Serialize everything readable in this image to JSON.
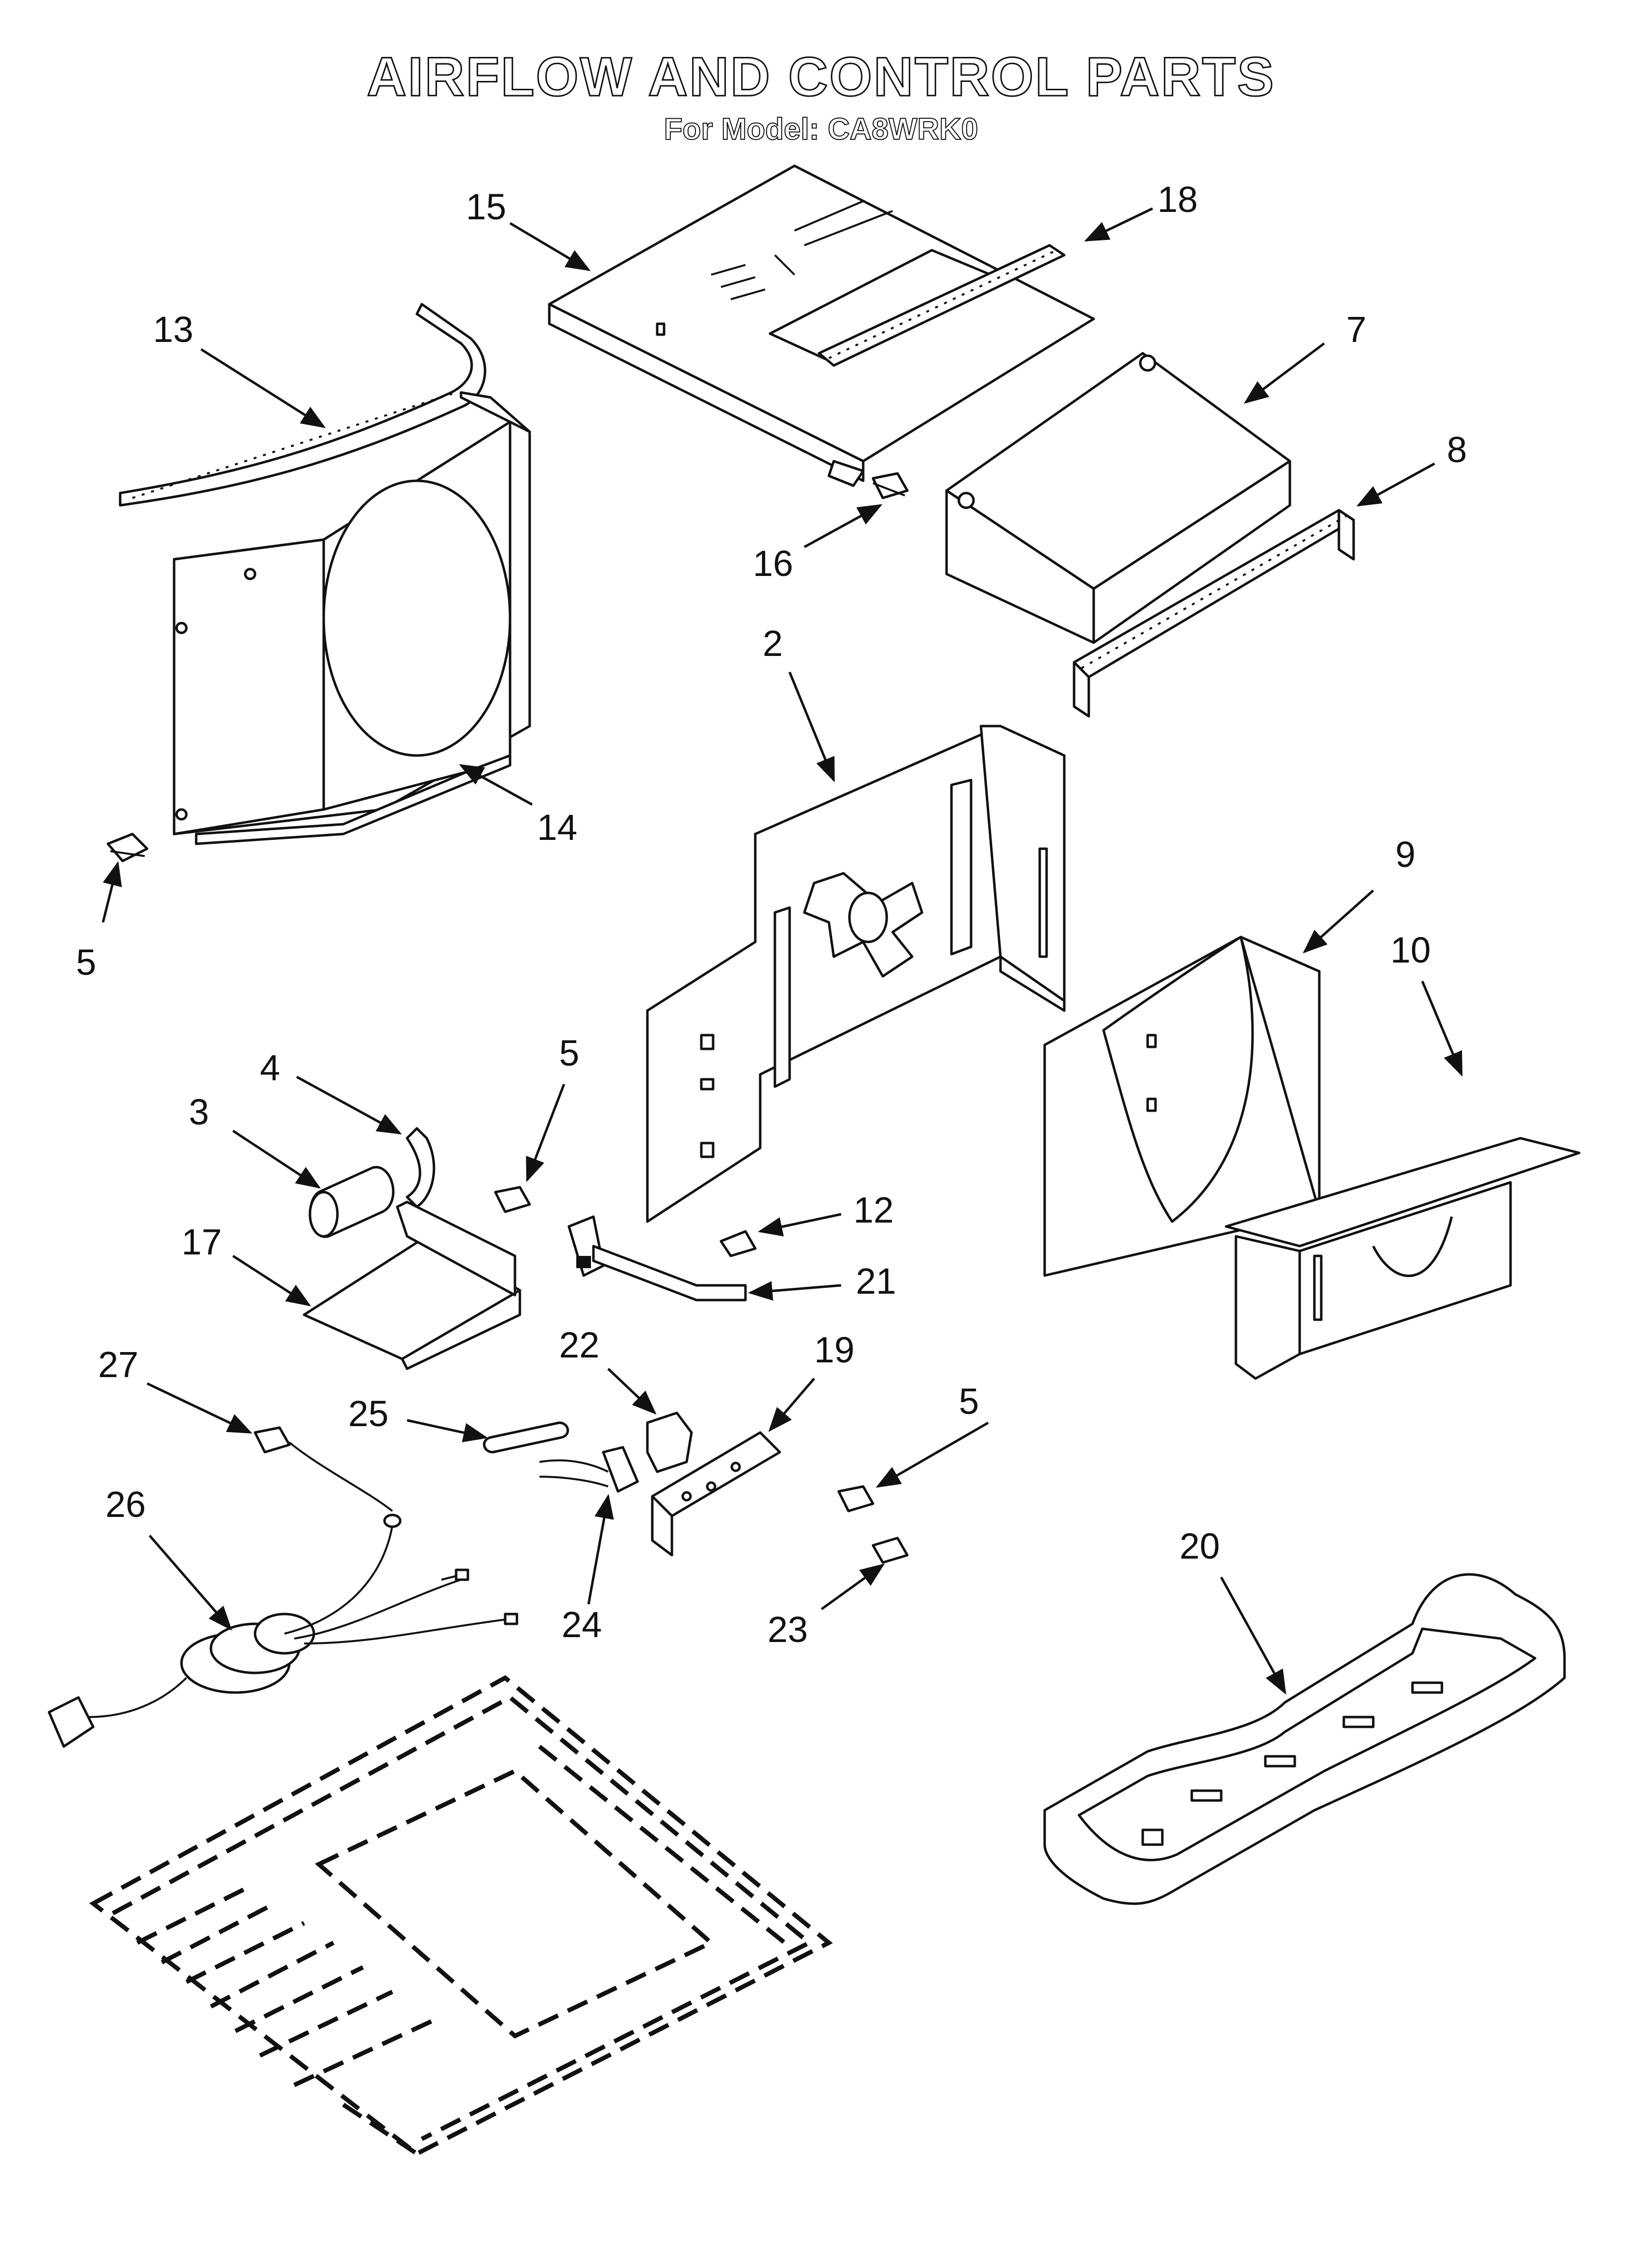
{
  "header": {
    "title": "AIRFLOW AND CONTROL PARTS",
    "subtitle": "For Model: CA8WRK0"
  },
  "callouts": [
    {
      "id": "c15",
      "text": "15"
    },
    {
      "id": "c18",
      "text": "18"
    },
    {
      "id": "c13",
      "text": "13"
    },
    {
      "id": "c7",
      "text": "7"
    },
    {
      "id": "c8",
      "text": "8"
    },
    {
      "id": "c16",
      "text": "16"
    },
    {
      "id": "c2",
      "text": "2"
    },
    {
      "id": "c14",
      "text": "14"
    },
    {
      "id": "c5a",
      "text": "5"
    },
    {
      "id": "c9",
      "text": "9"
    },
    {
      "id": "c10",
      "text": "10"
    },
    {
      "id": "c4",
      "text": "4"
    },
    {
      "id": "c5b",
      "text": "5"
    },
    {
      "id": "c3",
      "text": "3"
    },
    {
      "id": "c12",
      "text": "12"
    },
    {
      "id": "c17",
      "text": "17"
    },
    {
      "id": "c21",
      "text": "21"
    },
    {
      "id": "c22",
      "text": "22"
    },
    {
      "id": "c19",
      "text": "19"
    },
    {
      "id": "c27",
      "text": "27"
    },
    {
      "id": "c25",
      "text": "25"
    },
    {
      "id": "c5c",
      "text": "5"
    },
    {
      "id": "c26",
      "text": "26"
    },
    {
      "id": "c24",
      "text": "24"
    },
    {
      "id": "c23",
      "text": "23"
    },
    {
      "id": "c20",
      "text": "20"
    }
  ]
}
